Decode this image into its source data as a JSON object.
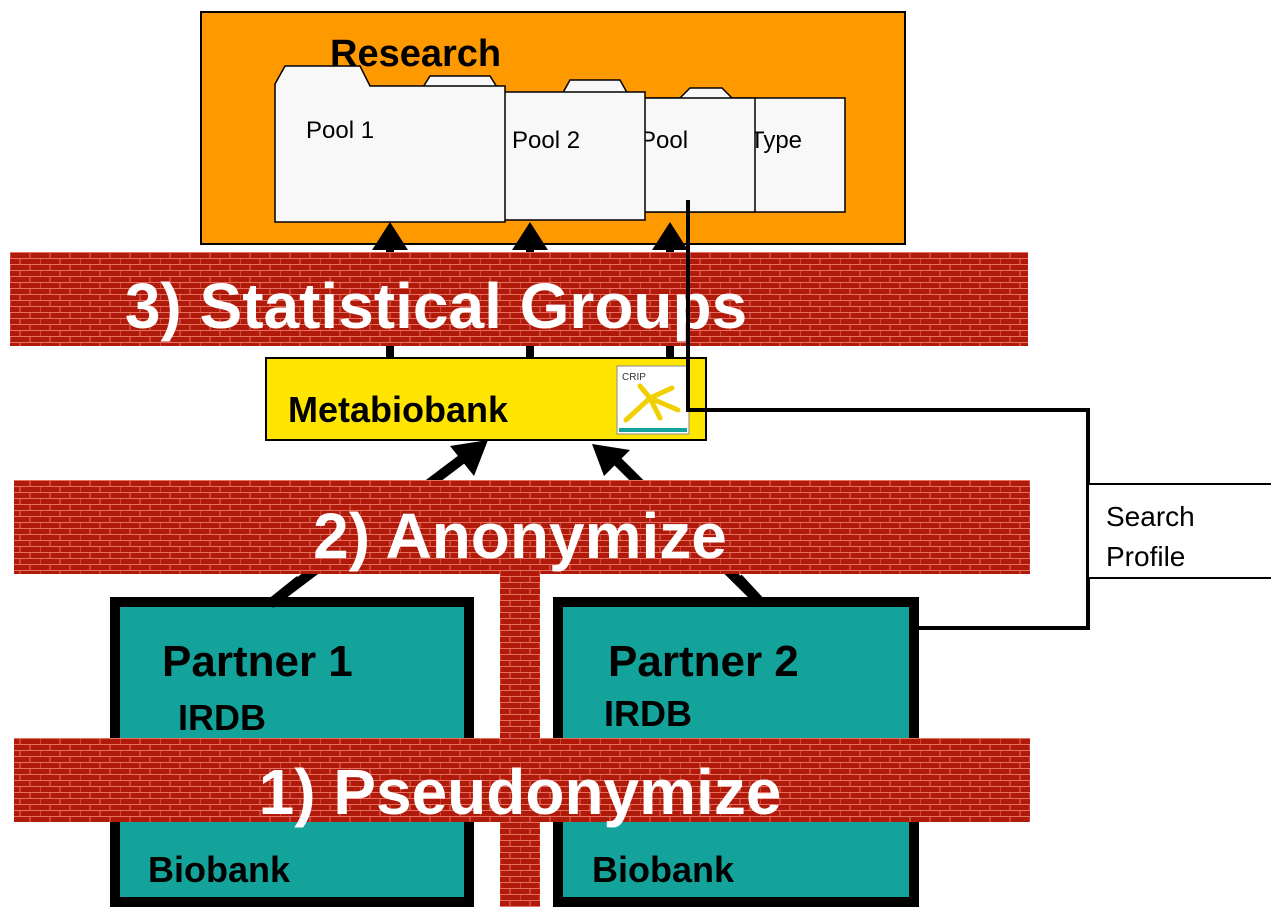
{
  "research": {
    "title": "Research"
  },
  "pools": [
    {
      "label": "Pool 1"
    },
    {
      "label": "Pool 2"
    },
    {
      "label": "Pool"
    },
    {
      "label": "Type"
    }
  ],
  "layers": {
    "statistical": "3) Statistical Groups",
    "anonymize": "2) Anonymize",
    "pseudonymize": "1) Pseudonymize"
  },
  "metabiobank": {
    "label": "Metabiobank",
    "logo_text": "CRIP"
  },
  "search_profile": {
    "line1": "Search",
    "line2": "Profile"
  },
  "partners": [
    {
      "name": "Partner 1",
      "irdb": "IRDB",
      "biobank": "Biobank"
    },
    {
      "name": "Partner 2",
      "irdb": "IRDB",
      "biobank": "Biobank"
    }
  ],
  "colors": {
    "research_fill": "#ff9900",
    "brick": "#b01a0a",
    "mortar": "#e87060",
    "partner_fill": "#13a39b",
    "metabiobank_fill": "#ffe500",
    "folder_fill": "#f8f8f8"
  }
}
